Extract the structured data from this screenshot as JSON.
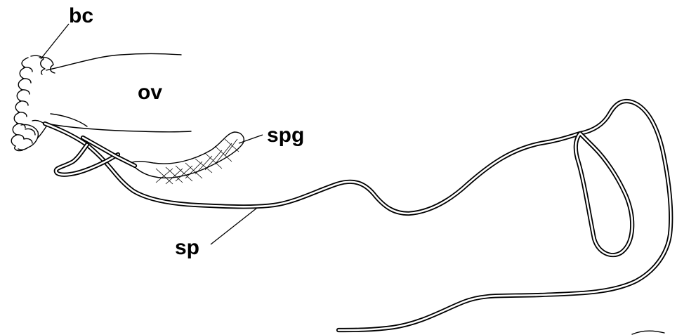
{
  "labels": {
    "bc": "bc",
    "ov": "ov",
    "spg": "spg",
    "sp": "sp"
  },
  "colors": {
    "ink": "#000000",
    "background": "#ffffff"
  }
}
